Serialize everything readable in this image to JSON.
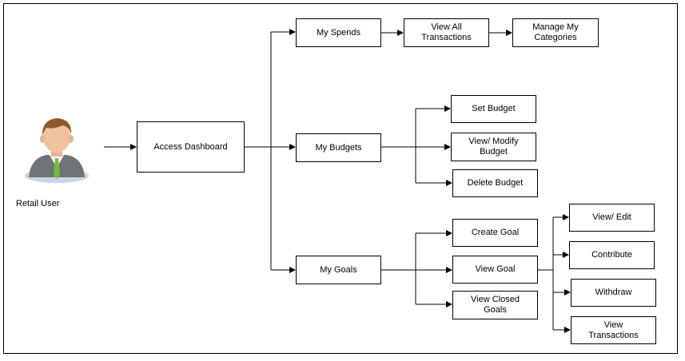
{
  "actor": {
    "label": "Retail User",
    "icon": "retail-user-icon"
  },
  "nodes": {
    "access_dashboard": "Access Dashboard",
    "my_spends": "My Spends",
    "view_all_transactions": "View All\nTransactions",
    "manage_my_categories": "Manage My\nCategories",
    "my_budgets": "My Budgets",
    "set_budget": "Set Budget",
    "view_modify_budget": "View/ Modify\nBudget",
    "delete_budget": "Delete Budget",
    "my_goals": "My Goals",
    "create_goal": "Create Goal",
    "view_goal": "View Goal",
    "view_closed_goals": "View Closed\nGoals",
    "view_edit": "View/ Edit",
    "contribute": "Contribute",
    "withdraw": "Withdraw",
    "view_transactions": "View\nTransactions"
  },
  "colors": {
    "line": "#000000",
    "box_border": "#000000",
    "background": "#ffffff"
  }
}
